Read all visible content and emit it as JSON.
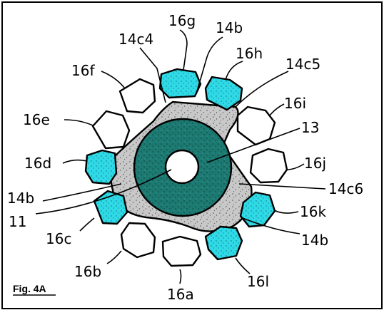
{
  "figure": {
    "label": "Fig. 4A",
    "colors": {
      "background": "#ffffff",
      "stator": "#c8c8c8",
      "rotor": "#1d7a72",
      "magnet_cyan": "#2fd9e6",
      "magnet_white": "#ffffff",
      "stroke": "#000000"
    },
    "labels": {
      "l16g": "16g",
      "l14b_top": "14b",
      "l14c4": "14c4",
      "l16h": "16h",
      "l14c5": "14c5",
      "l16f": "16f",
      "l16i": "16i",
      "l16e": "16e",
      "l13": "13",
      "l16d": "16d",
      "l16j": "16j",
      "l14b_left": "14b",
      "l14c6": "14c6",
      "l11": "11",
      "l16k": "16k",
      "l16c": "16c",
      "l14b_right": "14b",
      "l16b": "16b",
      "l16l": "16l",
      "l16a": "16a"
    }
  }
}
